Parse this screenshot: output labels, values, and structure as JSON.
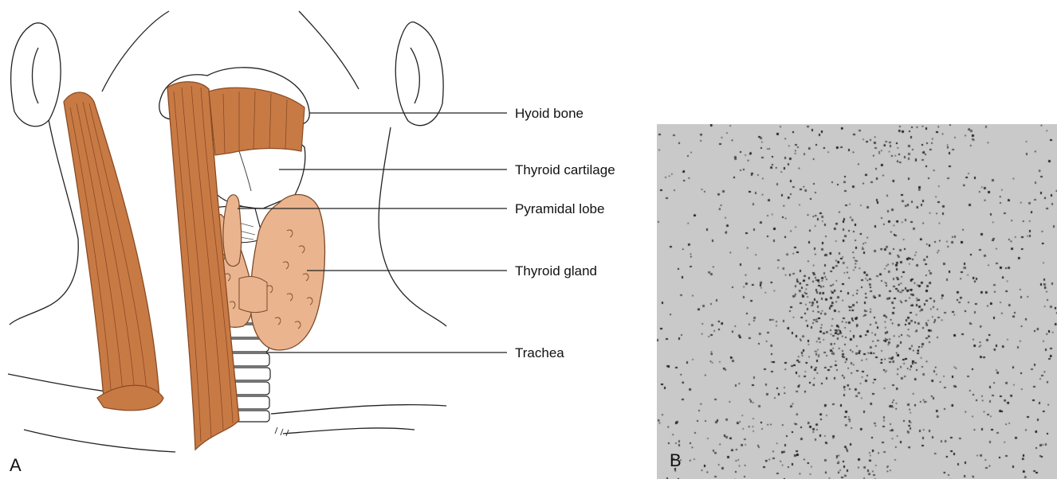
{
  "panel_a": {
    "letter": "A",
    "labels": {
      "hyoid_bone": "Hyoid bone",
      "thyroid_cartilage": "Thyroid cartilage",
      "pyramidal_lobe": "Pyramidal lobe",
      "thyroid_gland": "Thyroid gland",
      "trachea": "Trachea"
    }
  },
  "panel_b": {
    "letter": "B"
  },
  "colors": {
    "muscle": "#c87a45",
    "muscle_dark": "#8a4a22",
    "gland": "#eab48f",
    "gland_outline": "#7a4a2a",
    "cartilage": "#ffffff",
    "scan_background": "#c9c9c9",
    "scan_uptake": "#1a1a1a"
  }
}
